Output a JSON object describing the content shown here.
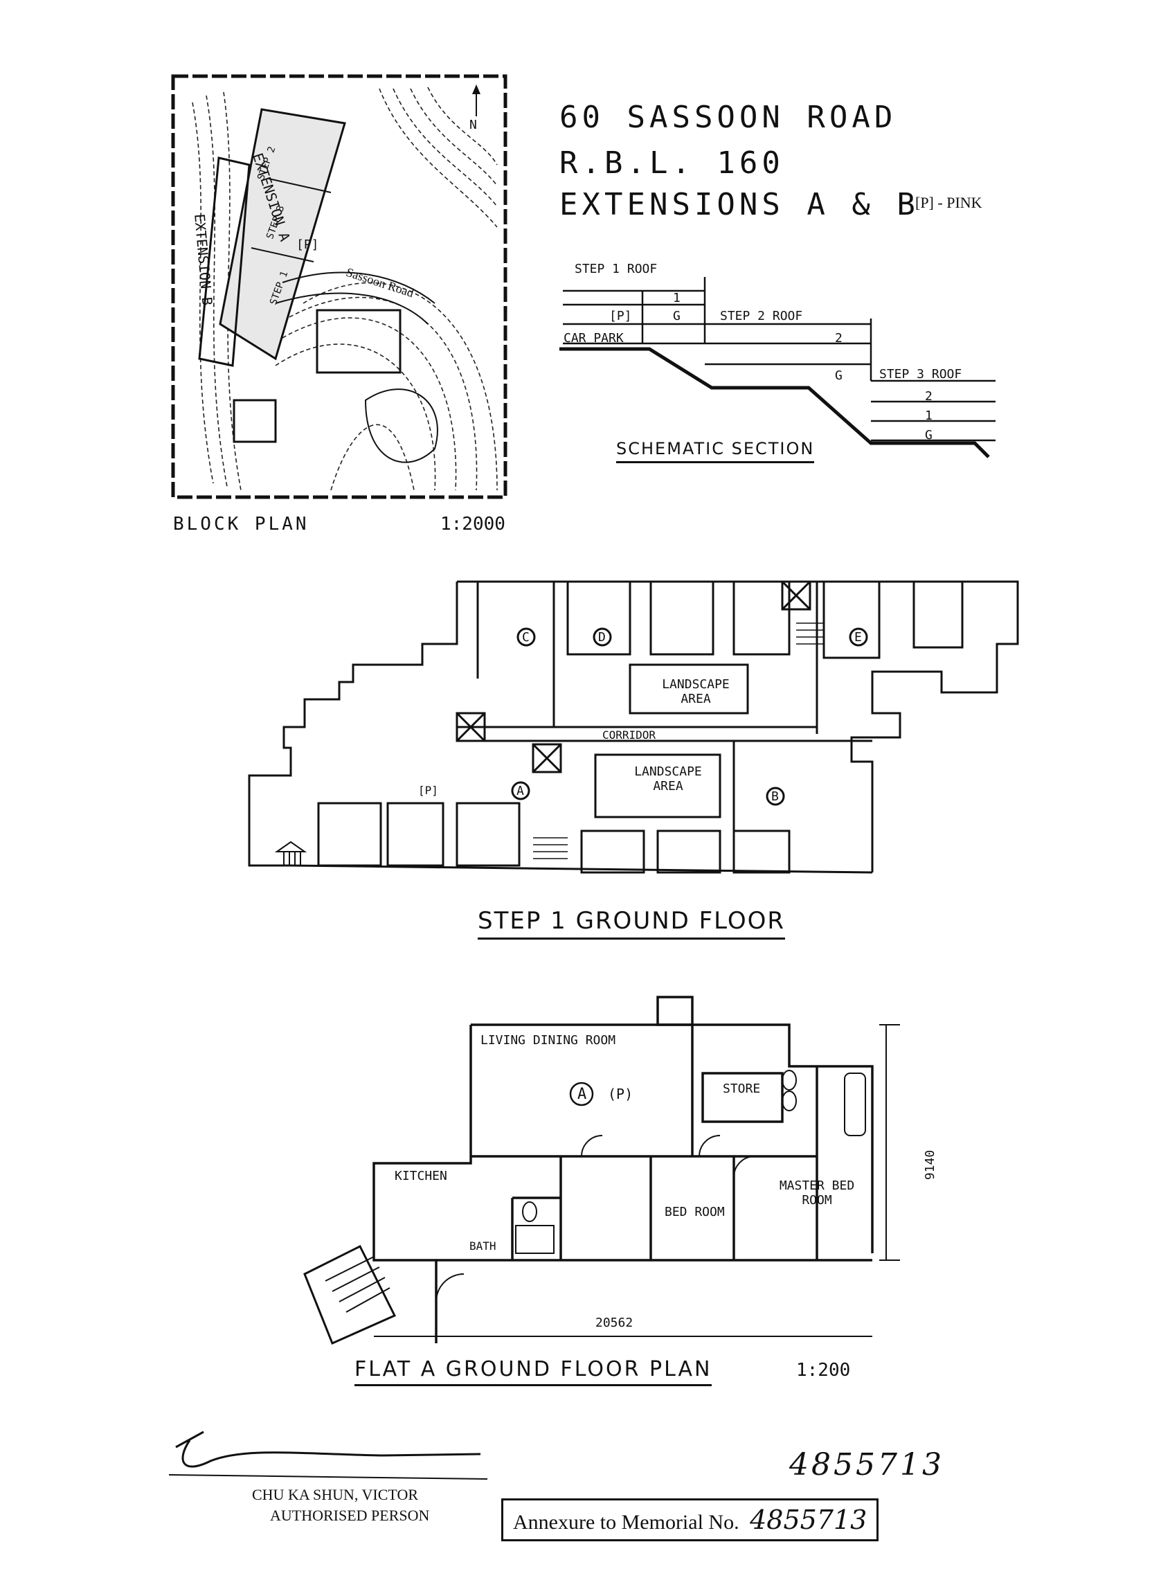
{
  "header": {
    "title_line1": "60 SASSOON ROAD",
    "title_line2": "R.B.L. 160",
    "title_line3": "EXTENSIONS  A & B",
    "pink_note": "[P] - PINK"
  },
  "block_plan": {
    "caption": "BLOCK PLAN",
    "scale": "1:2000",
    "labels": {
      "extension_a": "EXTENSION A",
      "extension_b": "EXTENSION B",
      "step_2": "STEP 2",
      "step_1": "STEP 1",
      "step_3": "STEP 3",
      "p_mark": "[P]",
      "sassoon_road": "Sassoon Road",
      "north": "N"
    }
  },
  "schematic_section": {
    "caption": "SCHEMATIC SECTION",
    "rows": {
      "step1_roof": "STEP 1  ROOF",
      "step1_level1": "1",
      "step1_p": "[P]",
      "step1_g": "G",
      "car_park": "CAR PARK",
      "step2_roof": "STEP 2  ROOF",
      "step2_level2": "2",
      "step2_g": "G",
      "step3_roof": "STEP 3  ROOF",
      "step3_level2": "2",
      "step3_level1": "1",
      "step3_g": "G"
    }
  },
  "step1_plan": {
    "caption": "STEP 1 GROUND FLOOR",
    "labels": {
      "landscape_area_1": "LANDSCAPE AREA",
      "landscape_area_2": "LANDSCAPE AREA",
      "corridor": "CORRIDOR",
      "flat_a": "A",
      "flat_a_p": "[P]",
      "flat_b": "B",
      "flat_c": "C",
      "flat_d": "D",
      "flat_e": "E"
    }
  },
  "flat_a_plan": {
    "caption": "FLAT A GROUND FLOOR PLAN",
    "scale": "1:200",
    "labels": {
      "living_dining": "LIVING DINING ROOM",
      "flat_a": "A",
      "p_mark": "(P)",
      "store": "STORE",
      "master_bed": "MASTER BED ROOM",
      "kitchen": "KITCHEN",
      "bath": "BATH",
      "bedroom": "BED ROOM",
      "dim_vertical": "9140",
      "dim_horizontal": "20562"
    }
  },
  "signature": {
    "name": "CHU KA SHUN, VICTOR",
    "role": "AUTHORISED PERSON",
    "signature_mark": "Chuhashun"
  },
  "annexure": {
    "handwritten_number": "4855713",
    "label": "Annexure to Memorial No.",
    "number": "4855713"
  }
}
